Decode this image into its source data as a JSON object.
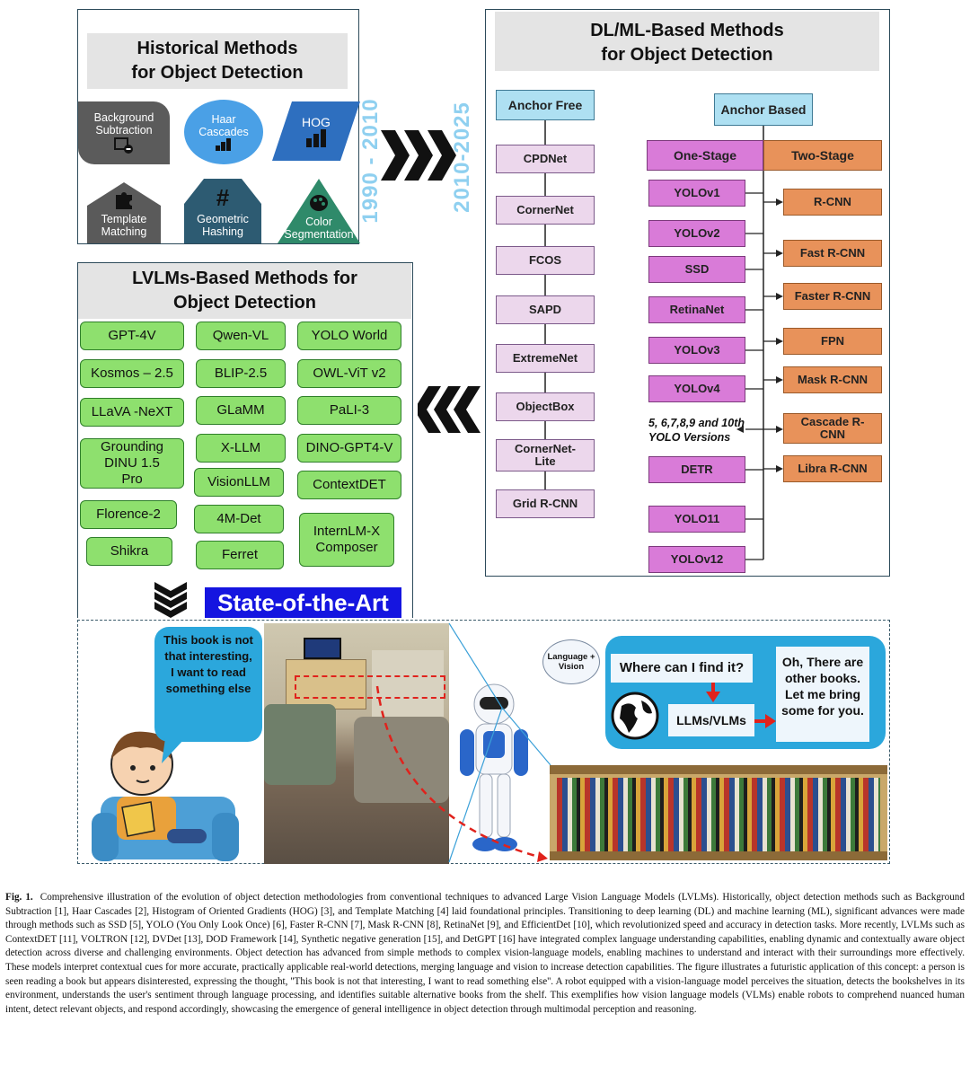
{
  "historical": {
    "title_line1": "Historical Methods",
    "title_line2": "for Object Detection",
    "methods": [
      {
        "label": "Background Subtraction",
        "icon": "bg-subtraction-icon"
      },
      {
        "label": "Haar Cascades",
        "icon": "bar-chart-icon"
      },
      {
        "label": "HOG",
        "icon": "bar-chart-icon"
      },
      {
        "label": "Template Matching",
        "icon": "puzzle-icon"
      },
      {
        "label": "Geometric Hashing",
        "icon": "hash-icon"
      },
      {
        "label": "Color Segmentation",
        "icon": "palette-icon"
      }
    ]
  },
  "eras": {
    "first": "1990 - 2010",
    "second": "2010-2025"
  },
  "dlml": {
    "title_line1": "DL/ML-Based Methods",
    "title_line2": "for Object Detection",
    "anchor_free": "Anchor Free",
    "anchor_free_items": [
      "CPDNet",
      "CornerNet",
      "FCOS",
      "SAPD",
      "ExtremeNet",
      "ObjectBox",
      "CornerNet-Lite",
      "Grid R-CNN"
    ],
    "anchor_based": "Anchor Based",
    "one_stage": "One-Stage",
    "two_stage": "Two-Stage",
    "one_stage_items": [
      "YOLOv1",
      "YOLOv2",
      "SSD",
      "RetinaNet",
      "YOLOv3",
      "YOLOv4",
      "DETR",
      "YOLO11",
      "YOLOv12"
    ],
    "yolo_note_line1": "5, 6,7,8,9 and 10th",
    "yolo_note_line2": "YOLO Versions",
    "two_stage_items": [
      "R-CNN",
      "Fast R-CNN",
      "Faster R-CNN",
      "FPN",
      "Mask R-CNN",
      "Cascade R-CNN",
      "Libra R-CNN"
    ]
  },
  "lvlm": {
    "title_line1": "LVLMs-Based Methods for",
    "title_line2": "Object Detection",
    "models": [
      "GPT-4V",
      "Qwen-VL",
      "YOLO World",
      "Kosmos – 2.5",
      "BLIP-2.5",
      "OWL-ViT v2",
      "LLaVA -NeXT",
      "GLaMM",
      "PaLI-3",
      "Grounding DINU 1.5 Pro",
      "X-LLM",
      "DINO-GPT4-V",
      "VisionLLM",
      "ContextDET",
      "Florence-2",
      "4M-Det",
      "InternLM-X Composer",
      "Shikra",
      "Ferret"
    ],
    "sota": "State-of-the-Art"
  },
  "scene": {
    "thought": "This book is not that interesting, I want to read something else",
    "cloud": "Language + Vision",
    "question": "Where can I find it?",
    "llm": "LLMs/VLMs",
    "reply": "Oh, There are other books. Let me bring some for you."
  },
  "caption": {
    "label": "Fig. 1.",
    "text": "Comprehensive illustration of the evolution of object detection methodologies from conventional techniques to advanced Large Vision Language Models (LVLMs). Historically, object detection methods such as Background Subtraction [1], Haar Cascades [2], Histogram of Oriented Gradients (HOG) [3], and Template Matching [4] laid foundational principles. Transitioning to deep learning (DL) and machine learning (ML), significant advances were made through methods such as SSD [5], YOLO (You Only Look Once) [6], Faster R-CNN [7], Mask R-CNN [8], RetinaNet [9], and EfficientDet [10], which revolutionized speed and accuracy in detection tasks. More recently, LVLMs such as ContextDET [11], VOLTRON [12], DVDet [13], DOD Framework [14], Synthetic negative generation [15], and DetGPT [16] have integrated complex language understanding capabilities, enabling dynamic and contextually aware object detection across diverse and challenging environments. Object detection has advanced from simple methods to complex vision-language models, enabling machines to understand and interact with their surroundings more effectively. These models interpret contextual cues for more accurate, practically applicable real-world detections, merging language and vision to increase detection capabilities. The figure illustrates a futuristic application of this concept: a person is seen reading a book but appears disinterested, expressing the thought, ''This book is not that interesting, I want to read something else''. A robot equipped with a vision-language model perceives the situation, detects the bookshelves in its environment, understands the user's sentiment through language processing, and identifies suitable alternative books from the shelf. This exemplifies how vision language models (VLMs) enable robots to comprehend nuanced human intent, detect relevant objects, and respond accordingly, showcasing the emergence of general intelligence in object detection through multimodal perception and reasoning."
  },
  "colors": {
    "anchor_free": "#aee0f2",
    "one_stage": "#d97bd8",
    "two_stage": "#e8925a",
    "lvlm": "#8ee06e",
    "sota_bg": "#1515e0",
    "era_text": "#8fd0f0"
  }
}
